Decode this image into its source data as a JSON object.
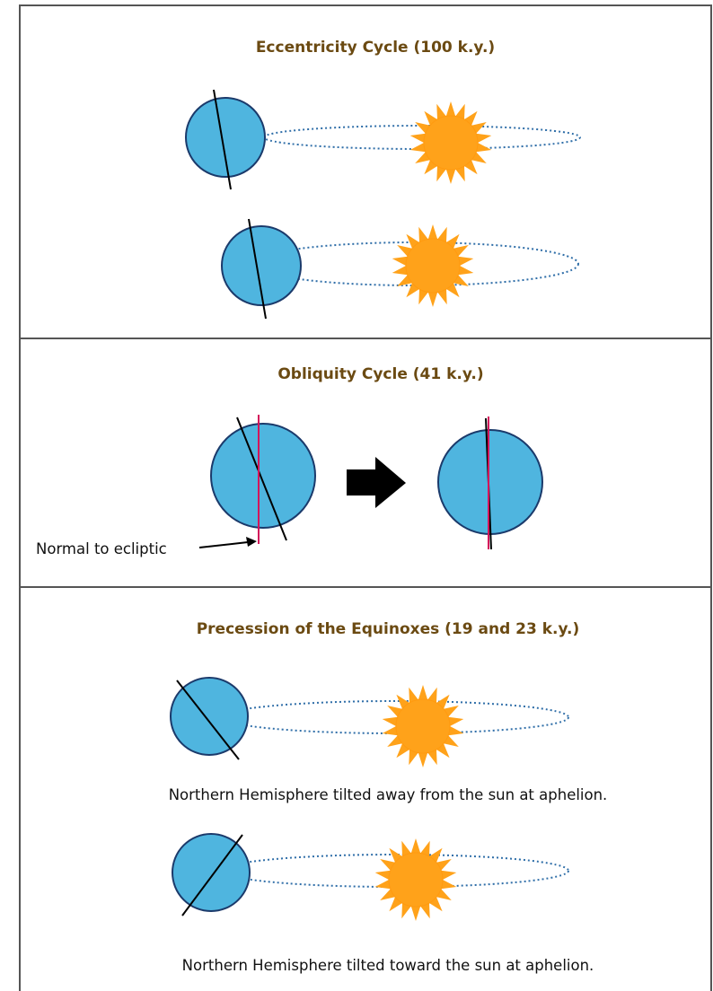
{
  "panels": {
    "eccentricity": {
      "title": "Eccentricity Cycle (100 k.y.)"
    },
    "obliquity": {
      "title": "Obliquity Cycle (41 k.y.)",
      "label": "Normal to ecliptic"
    },
    "precession": {
      "title": "Precession of the Equinoxes (19 and 23 k.y.)",
      "caption_away": "Northern Hemisphere tilted away from the sun at aphelion.",
      "caption_toward": "Northern Hemisphere tilted toward the sun at aphelion."
    }
  },
  "colors": {
    "title_text": "#6b4a12",
    "ocean": "#4fb5df",
    "land": "#1e8a2e",
    "sun": "#ffa21a",
    "orbit": "#2f6ea8",
    "normal_line": "#d4145a"
  }
}
